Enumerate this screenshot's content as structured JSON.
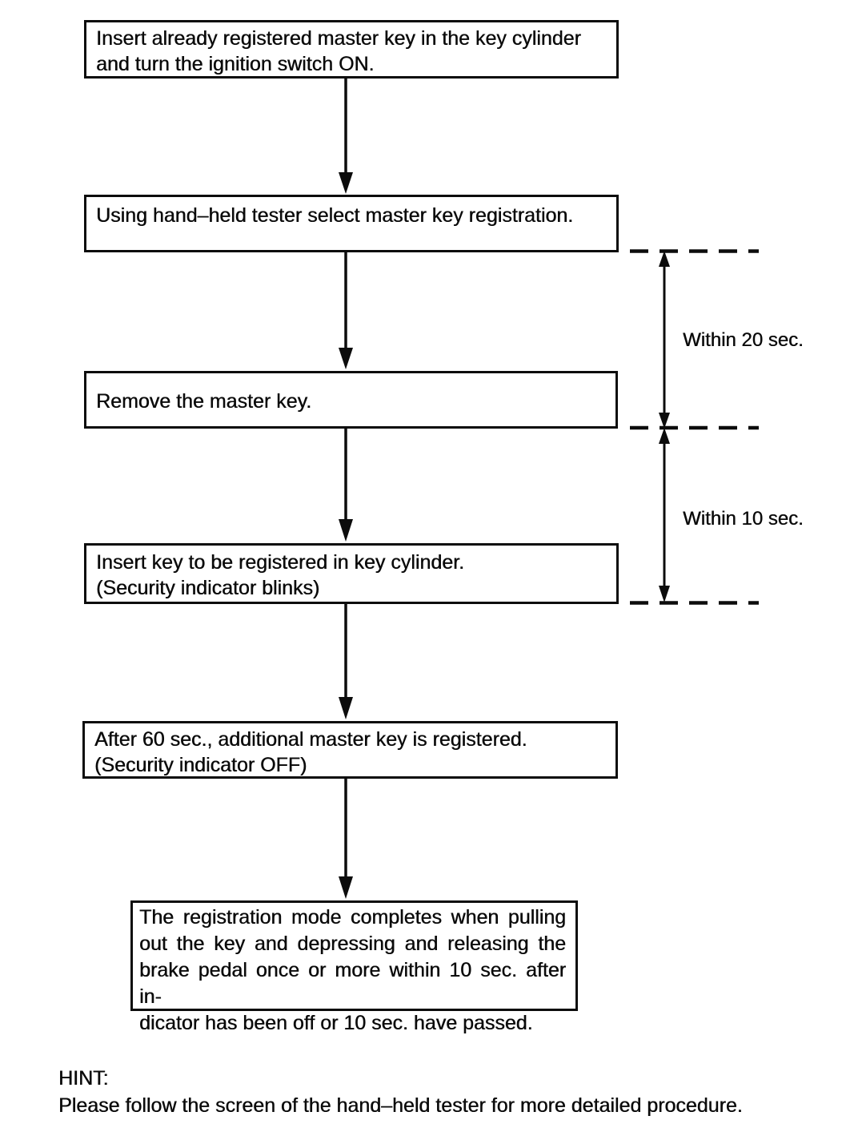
{
  "diagram": {
    "steps": [
      {
        "name": "step-1",
        "lines": [
          "Insert already registered master key in the key cylinder",
          "and turn the ignition switch ON."
        ]
      },
      {
        "name": "step-2",
        "lines": [
          "Using hand–held tester select master key registration."
        ]
      },
      {
        "name": "step-3",
        "lines": [
          "Remove the master key."
        ]
      },
      {
        "name": "step-4",
        "lines": [
          "Insert key to be registered in key cylinder.",
          "(Security indicator blinks)"
        ]
      },
      {
        "name": "step-5",
        "lines": [
          "After 60 sec., additional master key is registered.",
          "(Security indicator OFF)"
        ]
      },
      {
        "name": "step-6",
        "lines": [
          "The registration mode completes when pulling",
          "out the key and depressing and releasing the",
          "brake pedal once or more within 10 sec. after in-",
          "dicator has been off or 10 sec. have passed."
        ]
      }
    ],
    "timing_labels": [
      {
        "text": "Within 20 sec."
      },
      {
        "text": "Within 10 sec."
      }
    ],
    "hint": {
      "label": "HINT:",
      "text": "Please follow the screen of the hand–held tester for more detailed procedure."
    }
  },
  "colors": {
    "ink": "#0c0c0c",
    "paper": "#ffffff"
  }
}
